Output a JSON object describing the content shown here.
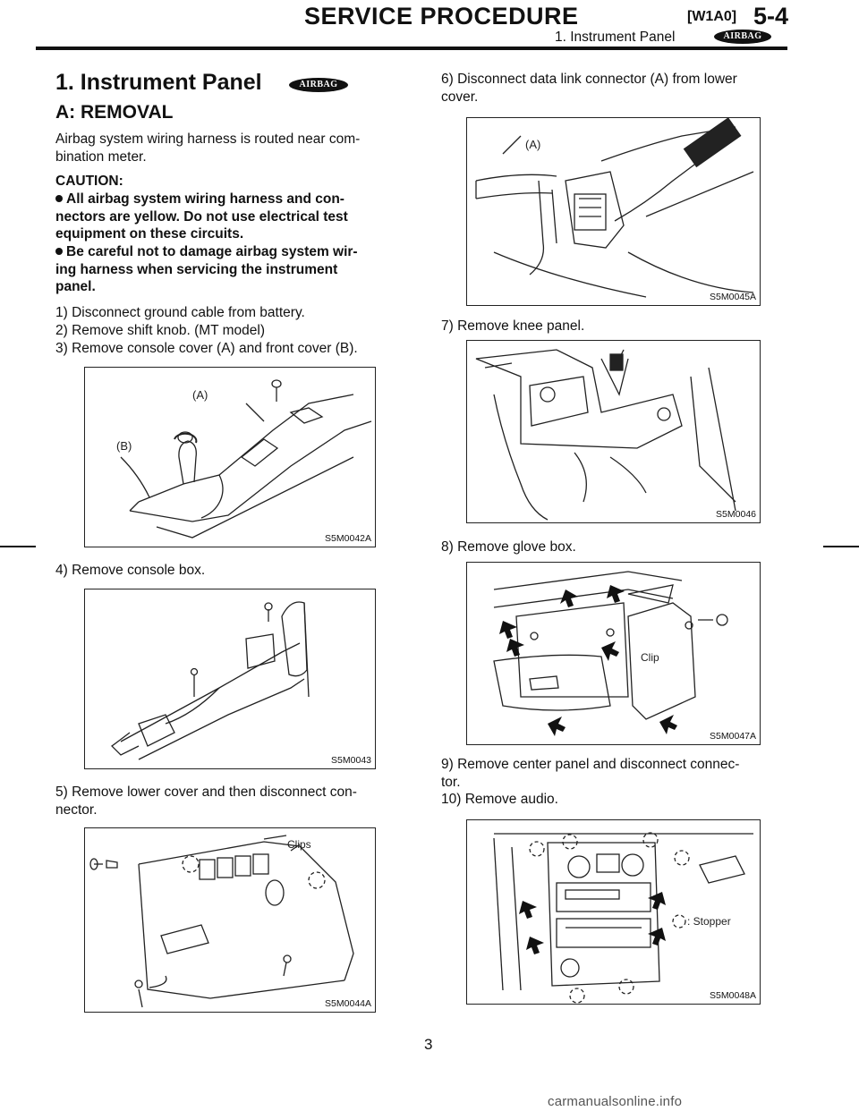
{
  "header": {
    "title": "SERVICE PROCEDURE",
    "code": "[W1A0]",
    "section": "5-4",
    "subtitle": "1. Instrument Panel",
    "badge": "AIRBAG"
  },
  "heading": {
    "title": "1. Instrument Panel",
    "badge": "AIRBAG",
    "subheading": "A: REMOVAL"
  },
  "intro": "Airbag system wiring harness is routed near com-\nbination meter.",
  "caution": {
    "label": "CAUTION:",
    "items": [
      "All airbag system wiring harness and con-\nnectors are yellow. Do not use electrical test\nequipment on these circuits.",
      "Be careful not to damage airbag system wir-\ning harness when servicing the instrument\npanel."
    ]
  },
  "steps": {
    "s1": "1) Disconnect ground cable from battery.",
    "s2": "2) Remove shift knob. (MT model)",
    "s3": "3) Remove console cover (A) and front cover (B).",
    "s4": "4) Remove console box.",
    "s5": "5) Remove lower cover and then disconnect con-\nnector.",
    "s6": "6) Disconnect data link connector (A) from lower\ncover.",
    "s7": "7) Remove knee panel.",
    "s8": "8) Remove glove box.",
    "s9": "9) Remove center panel and disconnect connec-\ntor.",
    "s10": "10) Remove audio."
  },
  "figures": {
    "f42": {
      "caption": "S5M0042A",
      "label_a": "(A)",
      "label_b": "(B)"
    },
    "f43": {
      "caption": "S5M0043"
    },
    "f44": {
      "caption": "S5M0044A",
      "label_clips": "Clips"
    },
    "f45": {
      "caption": "S5M0045A",
      "label_a": "(A)"
    },
    "f46": {
      "caption": "S5M0046"
    },
    "f47": {
      "caption": "S5M0047A",
      "label_clip": "Clip"
    },
    "f48": {
      "caption": "S5M0048A",
      "label_stopper": ": Stopper"
    }
  },
  "page_number": "3",
  "watermark": "carmanualsonline.info"
}
